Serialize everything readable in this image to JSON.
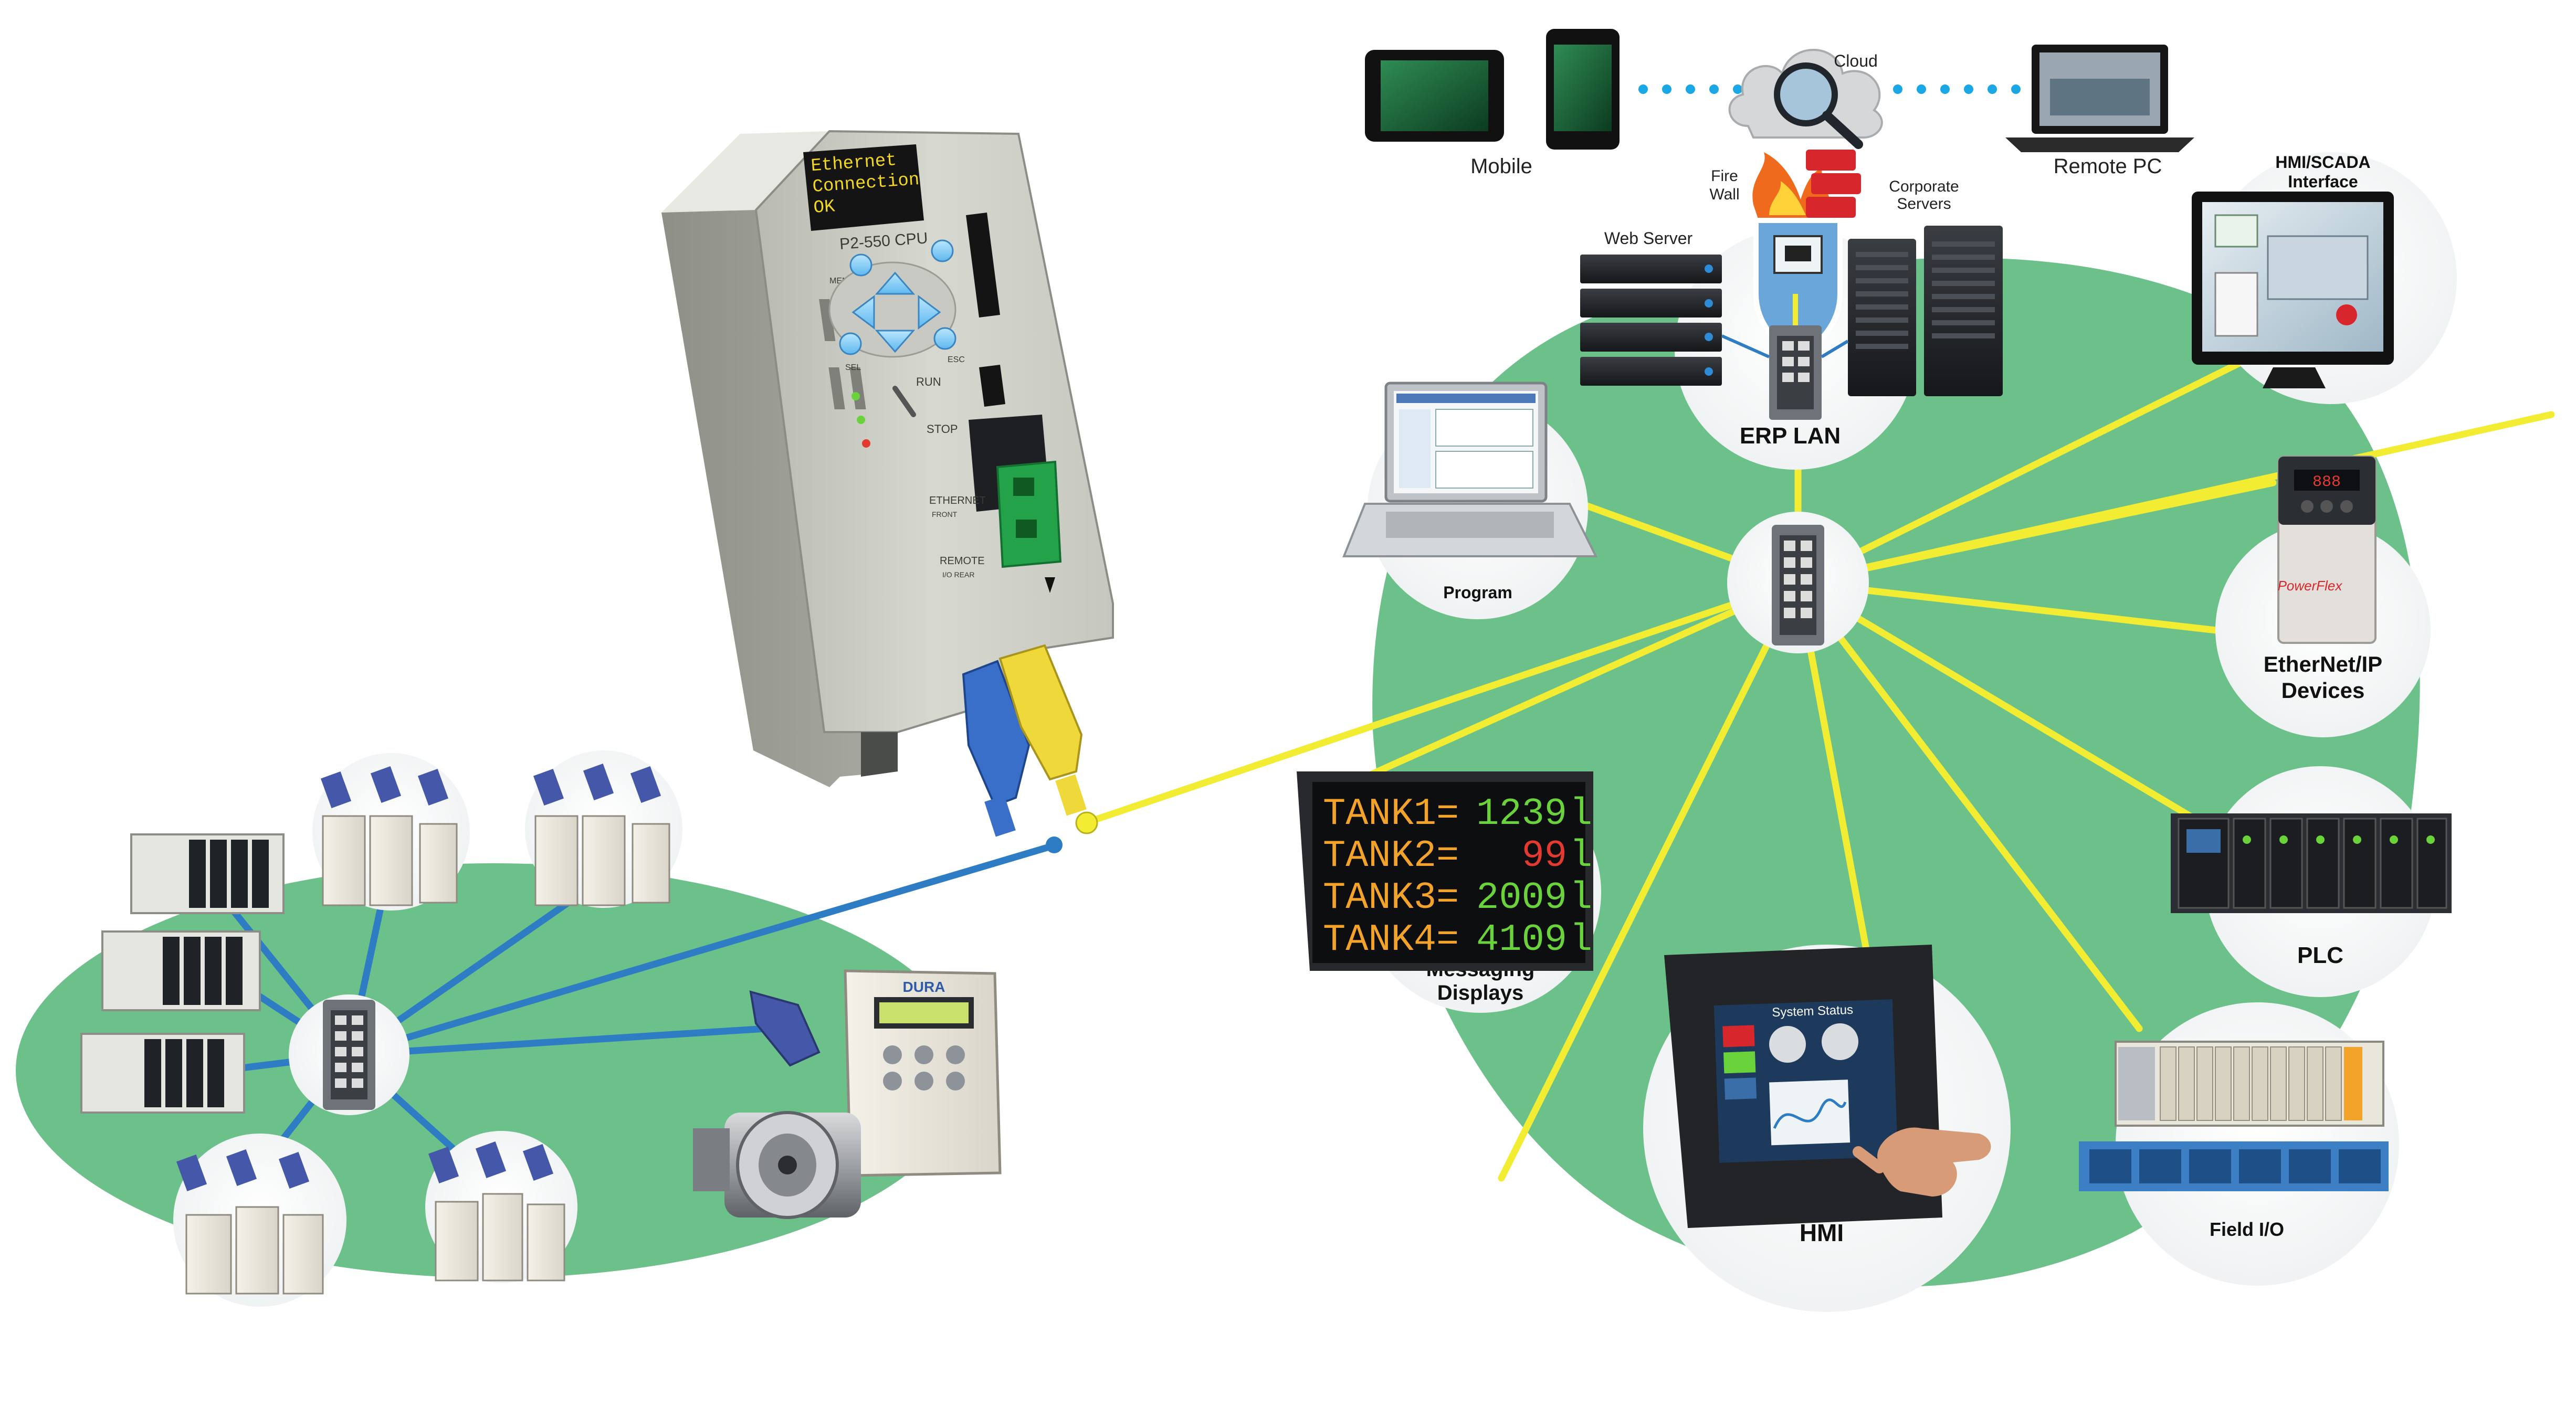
{
  "colors": {
    "green_field": "#6cc18a",
    "ethernet_yellow": "#f2ec33",
    "ethernet_blue": "#2e7cc3",
    "cloud_dots": "#1aa7e6",
    "led_green": "#6ad23a",
    "led_red": "#e23a2e",
    "led_amber": "#f3a22a",
    "oled_yellow": "#f2d81e"
  },
  "cpu": {
    "display_lines": [
      "Ethernet",
      "Connection",
      "OK"
    ],
    "model": "P2-550 CPU",
    "menu": "MENU",
    "sel": "SEL",
    "esc": "ESC",
    "run": "RUN",
    "stop": "STOP",
    "ethernet_port": "ETHERNET",
    "ethernet_sub": "FRONT",
    "remote_port": "REMOTE",
    "remote_sub": "I/O REAR",
    "brand": "P2-550 CPU"
  },
  "labels": {
    "cloud": "Cloud",
    "mobile": "Mobile",
    "remote_pc": "Remote PC",
    "fire_wall": [
      "Fire",
      "Wall"
    ],
    "corporate_servers": [
      "Corporate",
      "Servers"
    ],
    "web_server": "Web Server",
    "erp_lan": "ERP LAN",
    "hmi_scada": [
      "HMI/SCADA",
      "Interface"
    ],
    "program": "Program",
    "ethernet_ip": [
      "EtherNet/IP",
      "Devices"
    ],
    "messaging_displays": [
      "Messaging",
      "Displays"
    ],
    "plc": "PLC",
    "hmi": "HMI",
    "field_io": "Field I/O",
    "hmi_screen_title": "System Status",
    "drive_brand": "DURA",
    "powerflex": "PowerFlex"
  },
  "message_display": {
    "rows": [
      {
        "label": "TANK1=",
        "value": "1239",
        "unit": "l",
        "color": "green"
      },
      {
        "label": "TANK2=",
        "value": "99",
        "unit": "l",
        "color": "red"
      },
      {
        "label": "TANK3=",
        "value": "2009",
        "unit": "l",
        "color": "green"
      },
      {
        "label": "TANK4=",
        "value": "4109",
        "unit": "l",
        "color": "green"
      }
    ]
  },
  "icons": [
    "cloud-icon",
    "magnifier-icon",
    "firewall-icon",
    "shield-icon",
    "ethernet-switch-icon",
    "server-rack-icon",
    "laptop-icon",
    "tablet-icon",
    "phone-icon",
    "monitor-icon",
    "drive-icon",
    "motor-icon",
    "plc-rack-icon",
    "hand-icon",
    "touch-panel-icon"
  ]
}
